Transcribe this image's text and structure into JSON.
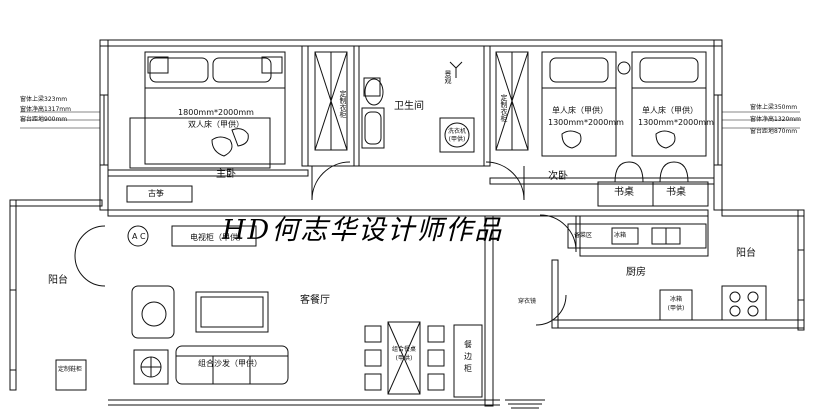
{
  "watermark": "HD何志华设计师作品",
  "rooms": {
    "master": "主卧",
    "bath": "卫生间",
    "second": "次卧",
    "living": "客餐厅",
    "kitchen": "厨房",
    "balcony_left": "阳台",
    "balcony_right": "阳台"
  },
  "furniture": {
    "double_bed": [
      "1800mm*2000mm",
      "双人床（甲供）"
    ],
    "single_bed_1": [
      "单人床（甲供）",
      "1300mm*2000mm"
    ],
    "single_bed_2": [
      "单人床（甲供）",
      "1300mm*2000mm"
    ],
    "guzheng": "古筝",
    "wardrobe_left": "定制衣柜",
    "wardrobe_right": "定制衣柜",
    "washer": [
      "洗衣机",
      "(甲供)"
    ],
    "desk_1": "书桌",
    "desk_2": "书桌",
    "tv_cabinet": "电视柜（甲供）",
    "ac": "A C",
    "sofa": "组合沙发（甲供）",
    "dining": [
      "组合餐桌",
      "(甲供)"
    ],
    "sideboard": [
      "餐",
      "边",
      "柜"
    ],
    "fridge": [
      "冰箱",
      "(甲供)"
    ],
    "shoe_cabinet": "定制鞋柜",
    "dressing": "穿衣镜",
    "kitchen_counter": "备菜区",
    "small_tag": "冰箱",
    "rug": "景观"
  },
  "window_notes_left": [
    "窗体上梁323mm",
    "窗体净高1317mm",
    "窗台距地900mm"
  ],
  "window_notes_right": [
    "窗体上梁350mm",
    "窗体净高1320mm",
    "窗台距地870mm"
  ]
}
